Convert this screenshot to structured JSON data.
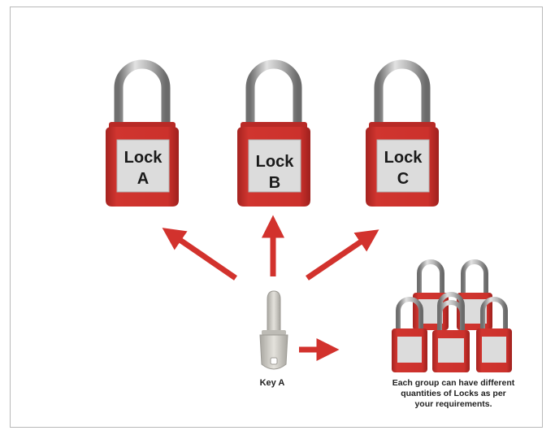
{
  "locks": [
    {
      "line1": "Lock",
      "line2": "A"
    },
    {
      "line1": "Lock",
      "line2": "B"
    },
    {
      "line1": "Lock",
      "line2": "C"
    }
  ],
  "key": {
    "label": "Key A"
  },
  "group": {
    "caption_lines": [
      "Each group can have different",
      "quantities of Locks as per",
      "your requirements."
    ]
  },
  "colors": {
    "lock_body": "#c9302c",
    "lock_dark": "#a32320",
    "arrow": "#d2322d",
    "shackle": "#9a9a9a",
    "label": "#dcdcdc",
    "key": "#c8c6c0"
  }
}
